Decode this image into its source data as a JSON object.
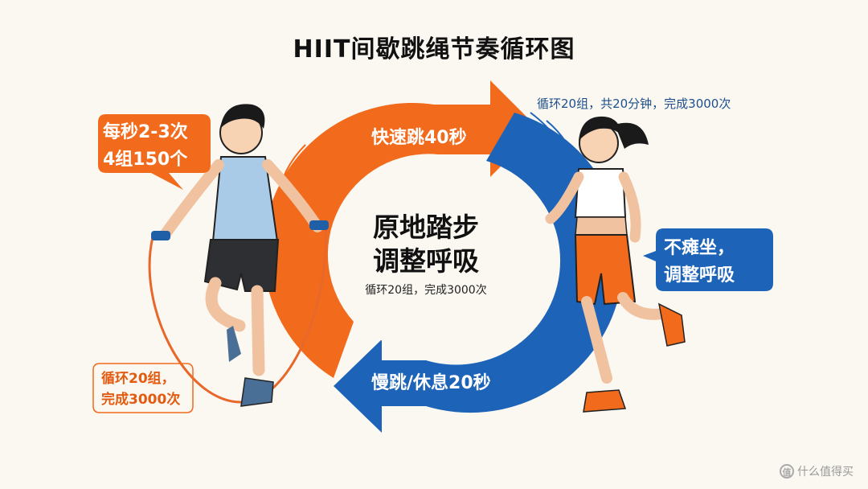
{
  "title": "HIIT间歇跳绳节奏循环图",
  "cycle": {
    "fast_label": "快速跳40秒",
    "slow_label": "慢跳/休息20秒",
    "center_line1": "原地踏步",
    "center_line2": "调整呼吸",
    "center_sub": "循环20组，完成3000次"
  },
  "left_bubble": {
    "line1": "每秒2-3次",
    "line2": "4组150个"
  },
  "left_note": {
    "line1": "循环20组，",
    "line2": "完成3000次"
  },
  "right_bubble": {
    "line1": "不瘫坐，",
    "line2": "调整呼吸"
  },
  "top_right_note": "循环20组，共20分钟，完成3000次",
  "watermark": {
    "icon": "值",
    "text": "什么值得买"
  },
  "colors": {
    "orange": "#f26a1b",
    "blue": "#1d64b8",
    "text": "#111111"
  }
}
